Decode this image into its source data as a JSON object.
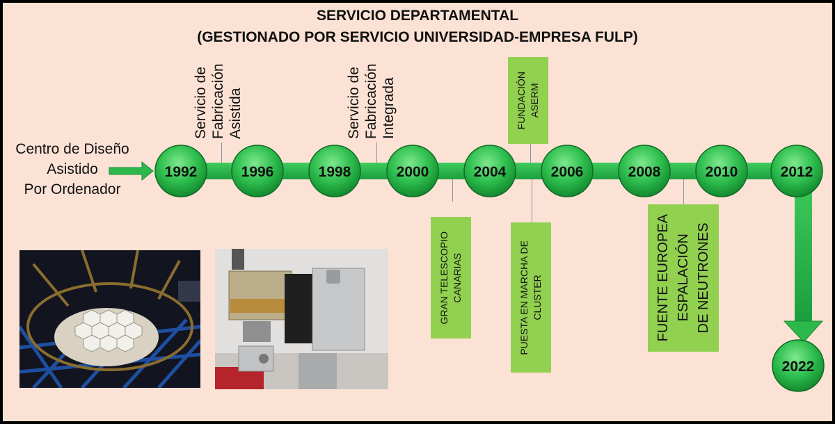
{
  "title_line1": "SERVICIO DEPARTAMENTAL",
  "title_line2": "(GESTIONADO POR SERVICIO UNIVERSIDAD-EMPRESA FULP)",
  "origin": {
    "line1": "Centro de Diseño",
    "line2": "Asistido",
    "line3": "Por Ordenador"
  },
  "years": [
    "1992",
    "1996",
    "1998",
    "2000",
    "2004",
    "2006",
    "2008",
    "2010",
    "2012",
    "2022"
  ],
  "milestones_above": [
    {
      "line1": "Servicio de",
      "line2": "Fabricación",
      "line3": "Asistida"
    },
    {
      "line1": "Servicio de",
      "line2": "Fabricación",
      "line3": "Integrada"
    }
  ],
  "boxes": {
    "fundacion": {
      "line1": "FUNDACIÓN",
      "line2": "ASERM"
    },
    "gtc": {
      "line1": "GRAN TELESCOPIO",
      "line2": "CANARIAS"
    },
    "cluster": {
      "line1": "PUESTA EN MARCHA DE",
      "line2": "CLUSTER"
    },
    "ess": {
      "line1": "FUENTE EUROPEA",
      "line2": "ESPALACIÓN",
      "line3": "DE NEUTRONES"
    }
  },
  "colors": {
    "background": "#fbe2d5",
    "timeline_green": "#22b14c",
    "node_green": "#2ec04f",
    "box_green": "#92d050"
  }
}
